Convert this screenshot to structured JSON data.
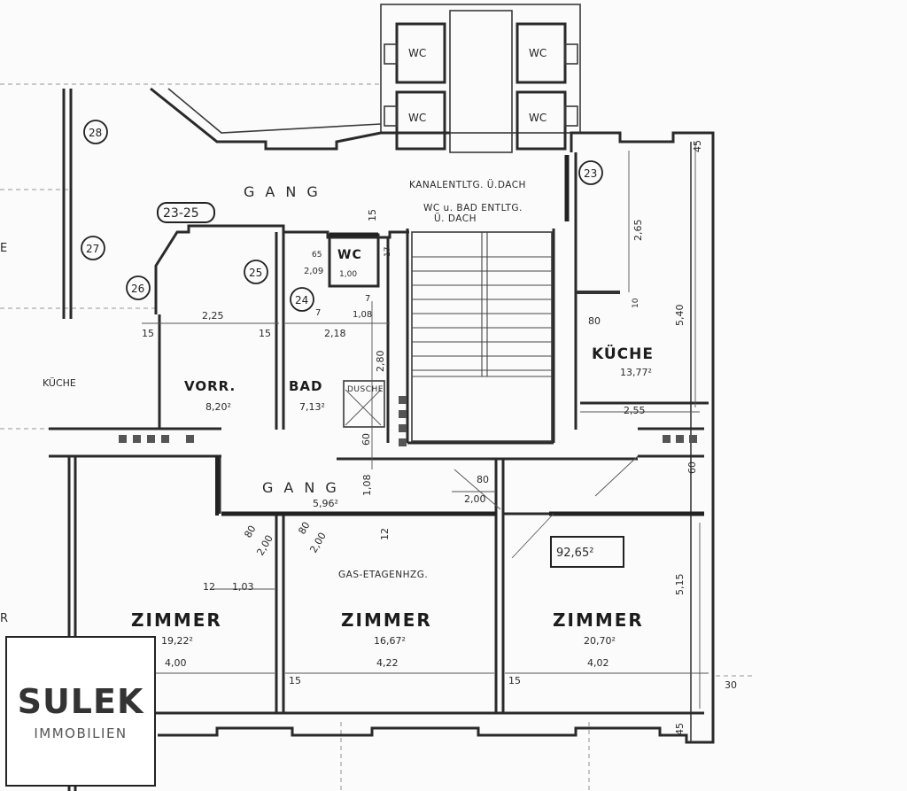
{
  "plan": {
    "rooms": {
      "vorraum": {
        "name": "VORR.",
        "area": "8,20²"
      },
      "bad": {
        "name": "BAD",
        "area": "7,13²"
      },
      "wc": {
        "name": "WC"
      },
      "kueche": {
        "name": "KÜCHE",
        "area": "13,77²"
      },
      "gang": {
        "name": "GANG",
        "area": "5,96²"
      },
      "zimmer_left": {
        "name": "ZIMMER",
        "area": "19,22²",
        "width": "4,00"
      },
      "zimmer_mid": {
        "name": "ZIMMER",
        "area": "16,67²",
        "width": "4,22"
      },
      "zimmer_right": {
        "name": "ZIMMER",
        "area": "20,70²",
        "width": "4,02"
      },
      "neighbor_kueche": {
        "name": "KÜCHE"
      }
    },
    "total_area": "92,65²",
    "corridor_top": "GANG",
    "notes": {
      "kanal": "KANALENTLTG. Ü.DACH",
      "wc_bad_line1": "WC u. BAD ENTLTG.",
      "wc_bad_line2": "Ü. DACH",
      "gas": "GAS-ETAGENHZG.",
      "dusche": "DUSCHE"
    },
    "unit_labels": {
      "u23_25": "23-25",
      "u23": "23",
      "u24": "24",
      "u25": "25",
      "u26": "26",
      "u27": "27",
      "u28": "28"
    },
    "wc_labels": [
      "WC",
      "WC",
      "WC",
      "WC"
    ],
    "dims": {
      "d225": "2,25",
      "d218": "2,18",
      "d280": "2,80",
      "d108a": "1,08",
      "d108b": "1,08",
      "d265": "2,65",
      "d540": "5,40",
      "d255": "2,55",
      "d515": "5,15",
      "d200a": "2,00",
      "d200b": "2,00",
      "d200c": "2,00",
      "d209": "2,09",
      "d100": "1,00",
      "d103": "1,03",
      "d80a": "80",
      "d80b": "80",
      "d80c": "80",
      "d80d": "80",
      "d60a": "60",
      "d60b": "60",
      "d15a": "15",
      "d15b": "15",
      "d15c": "15",
      "d15d": "15",
      "d15e": "15",
      "d12a": "12",
      "d12b": "12",
      "d45a": "45",
      "d45b": "45",
      "d30": "30",
      "d65": "65",
      "d10": "10",
      "d7a": "7",
      "d7b": "7",
      "d17": "17"
    },
    "edge_labels": {
      "left_e": "E",
      "left_r": "R"
    }
  },
  "logo": {
    "brand": "SULEK",
    "sub": "IMMOBILIEN",
    "brand_color": "#333333",
    "sub_color": "#555555"
  }
}
